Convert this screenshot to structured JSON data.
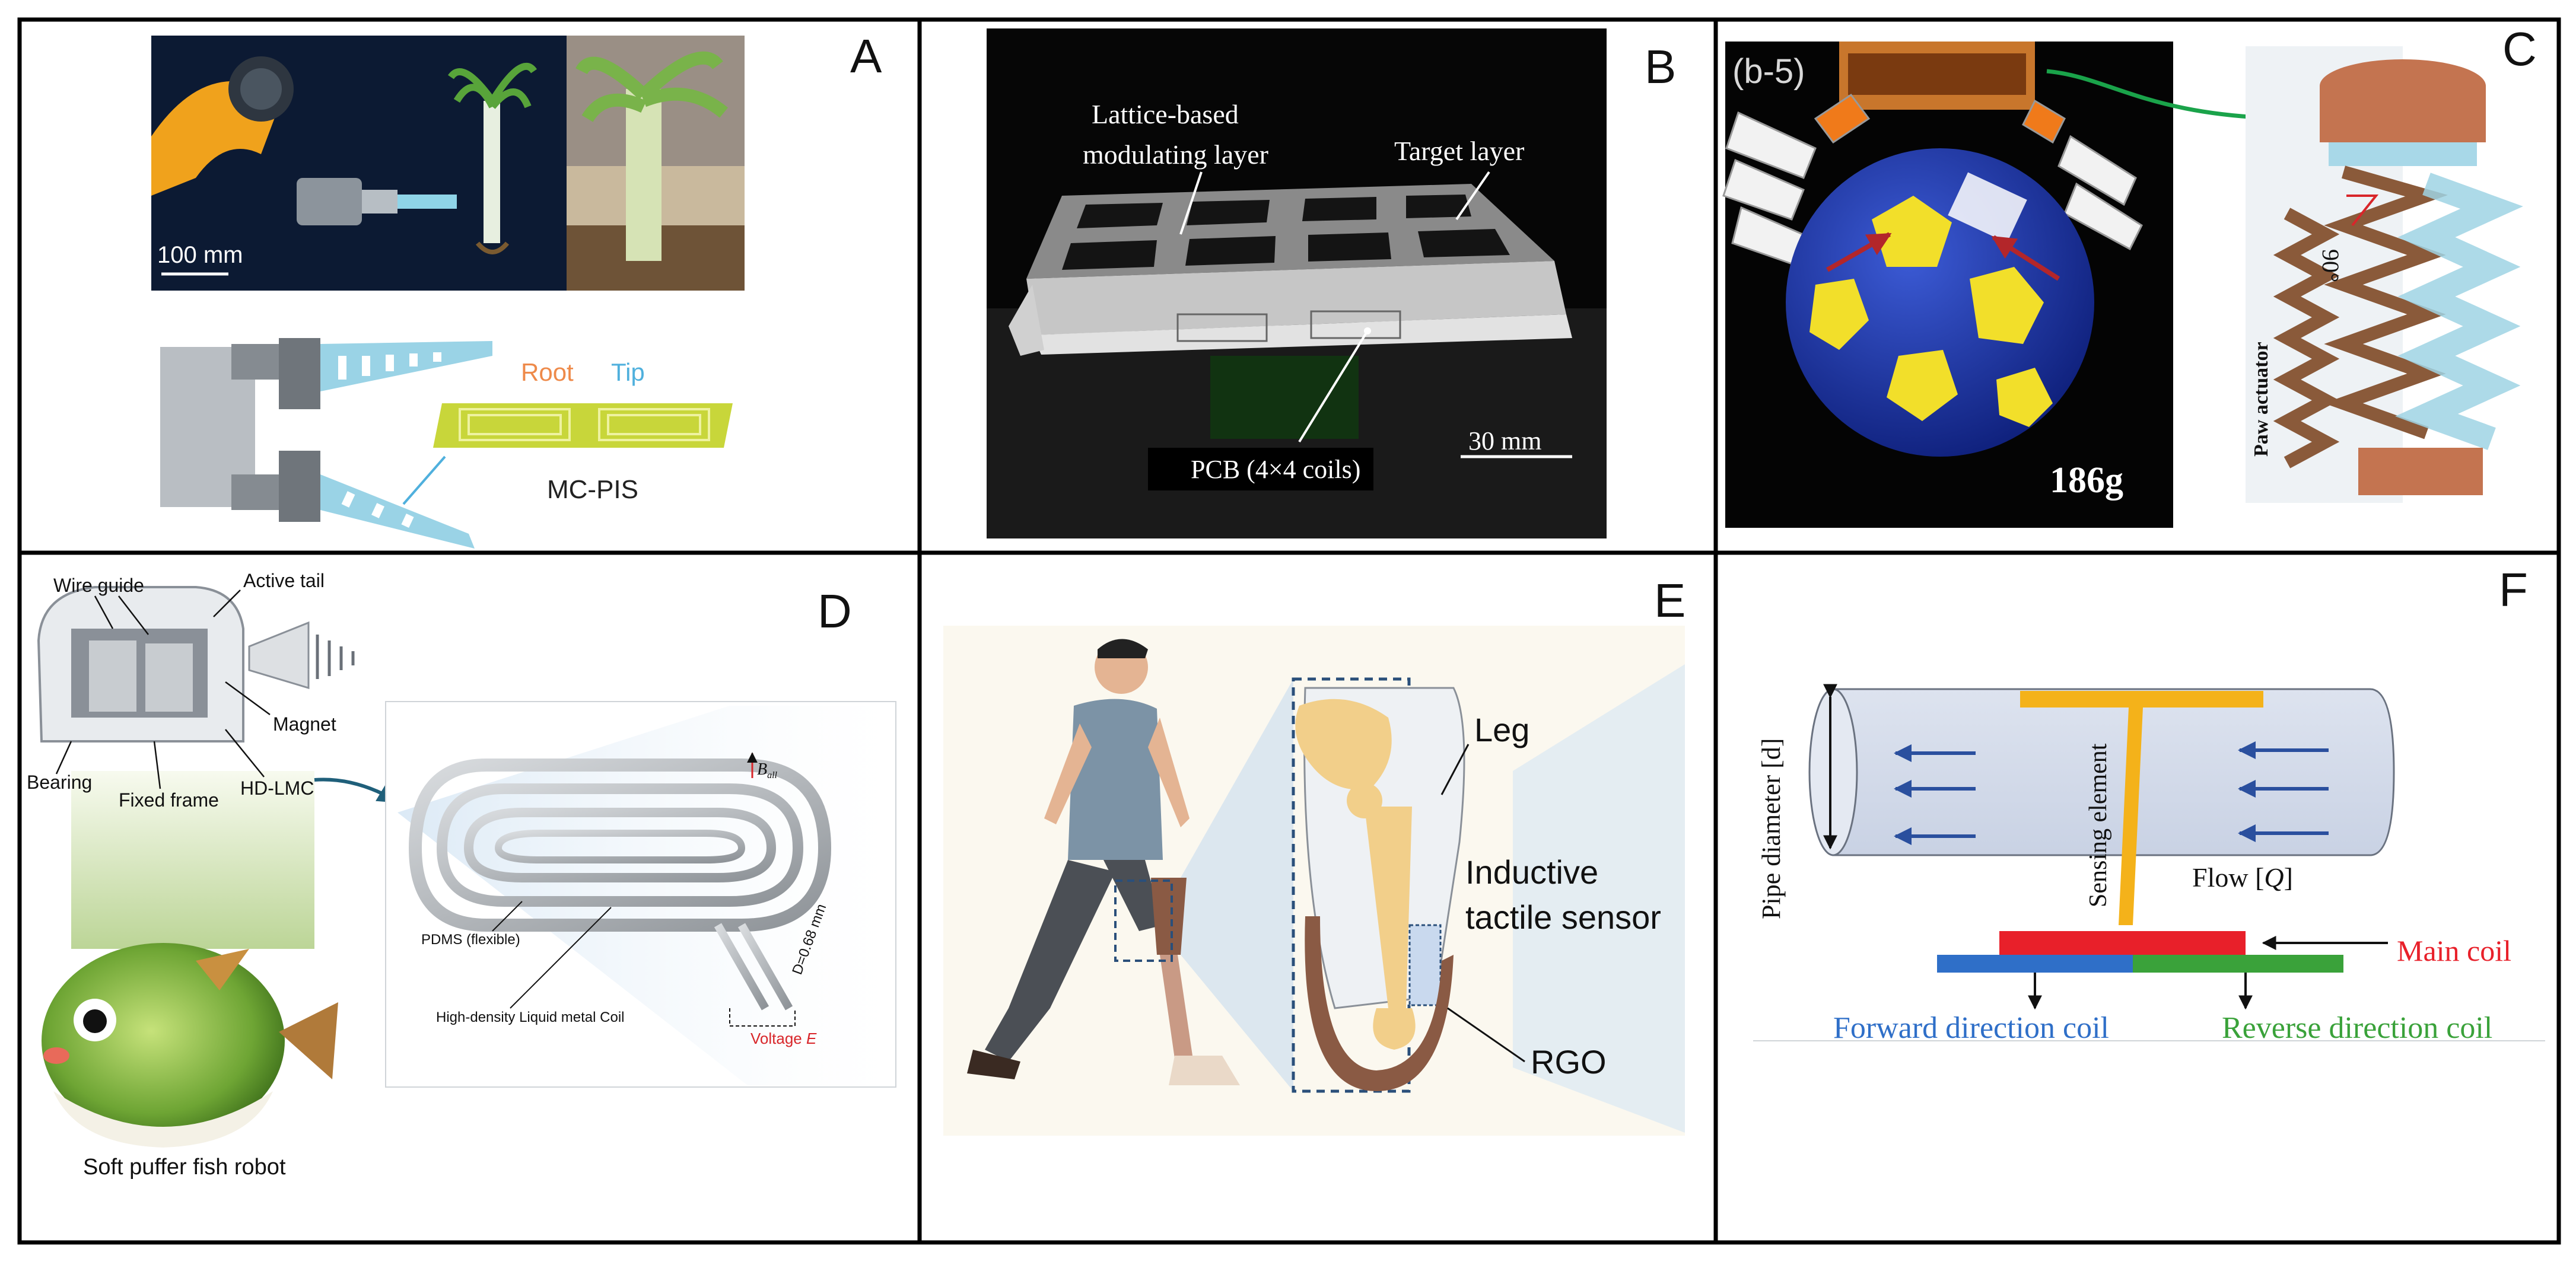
{
  "panels": {
    "A": {
      "letter": "A",
      "scale_bar": "100 mm",
      "root_label": "Root",
      "tip_label": "Tip",
      "sensor_label": "MC-PIS",
      "colors": {
        "root": "#ee8a4a",
        "tip": "#4fb0dd",
        "coil": "#c8d63a"
      }
    },
    "B": {
      "letter": "B",
      "modulating_label_line1": "Lattice-based",
      "modulating_label_line2": "modulating layer",
      "target_label": "Target layer",
      "pcb_label": "PCB (4×4 coils)",
      "scale_bar": "30 mm"
    },
    "C": {
      "letter": "C",
      "tag": "(b-5)",
      "weight": "186g",
      "angle": "90°",
      "actuator_label": "Paw actuator",
      "colors": {
        "arrow": "#1aa34a",
        "ball_blue": "#1d3aa8",
        "ball_yellow": "#f2df2a"
      }
    },
    "D": {
      "letter": "D",
      "wire_guide": "Wire guide",
      "active_tail": "Active tail",
      "magnet": "Magnet",
      "bearing": "Bearing",
      "fixed_frame": "Fixed frame",
      "hd_lmc": "HD-LMC",
      "robot_label": "Soft puffer fish robot",
      "pdms": "PDMS (flexible)",
      "coil_label": "High-density Liquid metal Coil",
      "diameter": "D=0.68 mm",
      "voltage_prefix": "Voltage ",
      "voltage_symbol": "E",
      "field_symbol": "B",
      "field_sub": "all",
      "colors": {
        "voltage": "#d8262a",
        "arrow": "#1f5f7a"
      }
    },
    "E": {
      "letter": "E",
      "leg_label": "Leg",
      "sensor_line1": "Inductive",
      "sensor_line2": "tactile sensor",
      "rgo_label": "RGO"
    },
    "F": {
      "letter": "F",
      "pipe_label": "Pipe diameter [d]",
      "sensing_label": "Sensing element",
      "flow_label_prefix": "Flow [",
      "flow_symbol": "Q",
      "flow_label_suffix": "]",
      "main_coil": "Main  coil",
      "forward_coil": "Forward direction coil",
      "reverse_coil": "Reverse direction coil",
      "colors": {
        "main": "#e8202a",
        "forward": "#2f6fc8",
        "reverse": "#3aa23a",
        "element": "#f4b21a",
        "flow_arrow": "#2a4f9e"
      }
    }
  }
}
